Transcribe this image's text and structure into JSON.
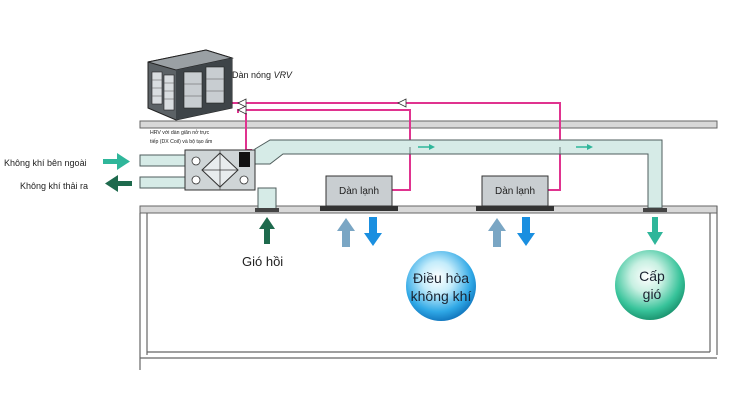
{
  "labels": {
    "outdoor_unit": "Dàn nóng",
    "outdoor_unit_model": "VRV",
    "hrv_line1": "HRV với dàn giãn nở trực",
    "hrv_line2": "tiếp (DX Coil) và bộ tạo ẩm",
    "fresh_air_in": "Không khí bên ngoài",
    "exhaust_air_out": "Không khí thải ra",
    "indoor_unit_1": "Dàn lạnh",
    "indoor_unit_2": "Dàn lạnh",
    "return_air": "Gió hồi",
    "air_conditioning_line1": "Điều hòa",
    "air_conditioning_line2": "không khí",
    "air_supply_line1": "Cấp",
    "air_supply_line2": "gió"
  },
  "colors": {
    "refrigerant_pipe": "#e0338f",
    "duct_fill": "#d6ebe7",
    "duct_stroke": "#4f5d5c",
    "fresh_air_arrow": "#2fb69a",
    "exhaust_arrow": "#1e6a4d",
    "cool_arrow": "#1a8fe0",
    "return_arrow": "#7aa6c4",
    "ceiling_fill": "#d8d8d8"
  }
}
